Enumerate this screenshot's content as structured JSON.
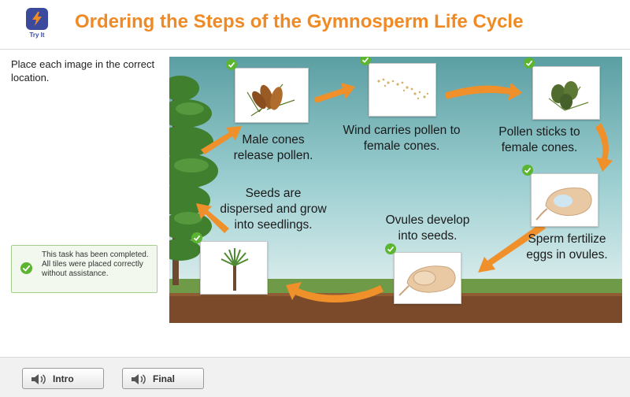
{
  "header": {
    "logo_label": "Try It",
    "title": "Ordering the Steps of the Gymnosperm Life Cycle"
  },
  "instructions": "Place each image in the correct location.",
  "status": {
    "message": "This task has been completed. All tiles were placed correctly without assistance."
  },
  "diagram": {
    "captions": [
      "Male cones release pollen.",
      "Wind carries pollen to female cones.",
      "Pollen sticks to female cones.",
      "Sperm fertilize eggs in ovules.",
      "Ovules develop into seeds.",
      "Seeds are dispersed and grow into seedlings."
    ],
    "tiles": [
      {
        "icon": "male-cones-image",
        "correct": true
      },
      {
        "icon": "wind-pollen-image",
        "correct": true
      },
      {
        "icon": "female-cones-image",
        "correct": true
      },
      {
        "icon": "sperm-fertilize-image",
        "correct": true
      },
      {
        "icon": "ovule-seed-image",
        "correct": true
      },
      {
        "icon": "seedling-image",
        "correct": true
      }
    ],
    "colors": {
      "arrow": "#f0902a",
      "check": "#5cb531",
      "sky": "#5ba6a8",
      "grass": "#6f9b48",
      "soil": "#7a4a2a"
    }
  },
  "footer": {
    "buttons": [
      {
        "label": "Intro",
        "icon": "speaker-icon"
      },
      {
        "label": "Final",
        "icon": "speaker-icon"
      }
    ]
  }
}
